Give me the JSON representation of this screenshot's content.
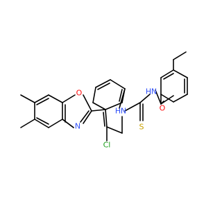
{
  "atoms": {
    "oxazole_o": {
      "label": "O",
      "color": "#ff0d0d"
    },
    "oxazole_n": {
      "label": "N",
      "color": "#3050f8"
    },
    "chloro": {
      "label": "Cl",
      "color": "#1fa01f"
    },
    "thiourea_nh_left": {
      "label": "H",
      "color": "#3050f8"
    },
    "thiourea_n_left": {
      "label": "N",
      "color": "#3050f8"
    },
    "thiourea_s": {
      "label": "S",
      "color": "#c8a000"
    },
    "amide_nh": {
      "label": "H",
      "color": "#3050f8"
    },
    "amide_n": {
      "label": "N",
      "color": "#3050f8"
    },
    "amide_o": {
      "label": "O",
      "color": "#ff0d0d"
    }
  },
  "bond_color": "#000000"
}
